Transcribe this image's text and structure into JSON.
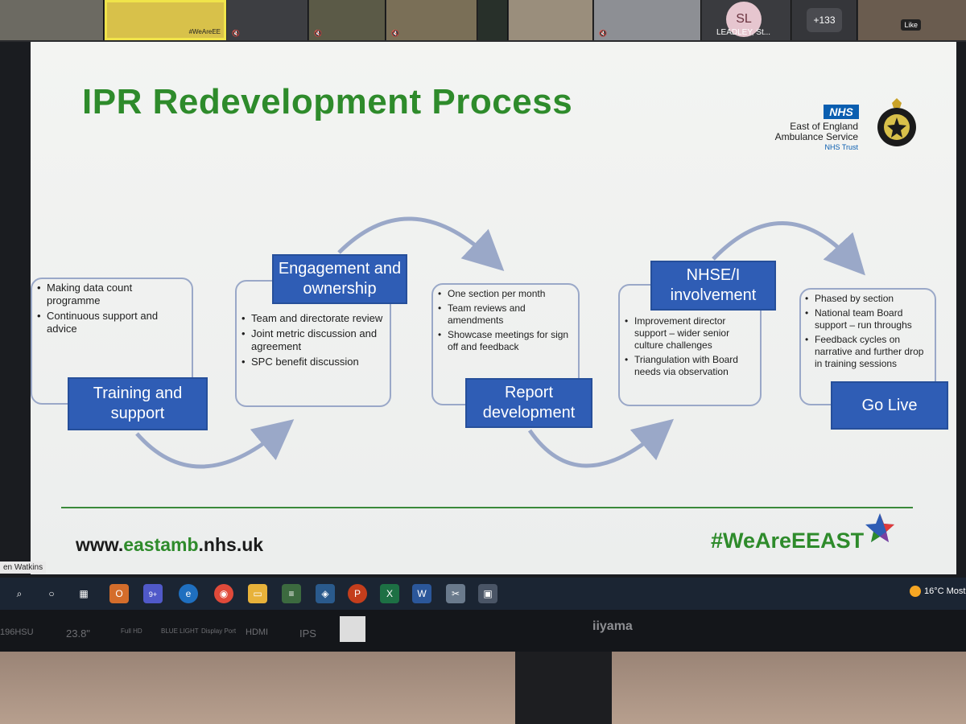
{
  "meeting": {
    "more_participants": "+133",
    "sl_initials": "SL",
    "sl_name": "LEADLEY, St...",
    "badge_text": "#WeAreEE",
    "like_tooltip": "Like",
    "presenter_name": "en Watkins"
  },
  "slide": {
    "title": "IPR Redevelopment Process",
    "org": {
      "nhs": "NHS",
      "line1": "East of England",
      "line2": "Ambulance Service",
      "line3": "NHS Trust"
    },
    "steps": [
      {
        "label": "Training and support",
        "bullets": [
          "Making data count programme",
          "Continuous support and advice"
        ]
      },
      {
        "label": "Engagement and ownership",
        "bullets": [
          "Team and directorate review",
          "Joint metric discussion and agreement",
          "SPC benefit discussion"
        ]
      },
      {
        "label": "Report development",
        "bullets": [
          "One section per month",
          "Team reviews and amendments",
          "Showcase meetings for sign off and feedback"
        ]
      },
      {
        "label": "NHSE/I involvement",
        "bullets": [
          "Improvement director support – wider senior culture challenges",
          "Triangulation with Board needs via observation"
        ]
      },
      {
        "label": "Go Live",
        "bullets": [
          "Phased by section",
          "National team Board support – run throughs",
          "Feedback cycles on narrative and further drop in training sessions"
        ]
      }
    ],
    "url_prefix": "www.",
    "url_green": "eastamb",
    "url_suffix": ".nhs.uk",
    "hashtag": "#WeAreEEAST"
  },
  "taskbar": {
    "weather": "16°C  Most",
    "teams_badge": "9+"
  },
  "monitor": {
    "model": "196HSU",
    "size": "23.8\"",
    "fhd": "Full HD",
    "blue": "BLUE LIGHT",
    "dp": "Display Port",
    "hdmi": "HDMI",
    "ips": "IPS",
    "brand": "iiyama"
  }
}
